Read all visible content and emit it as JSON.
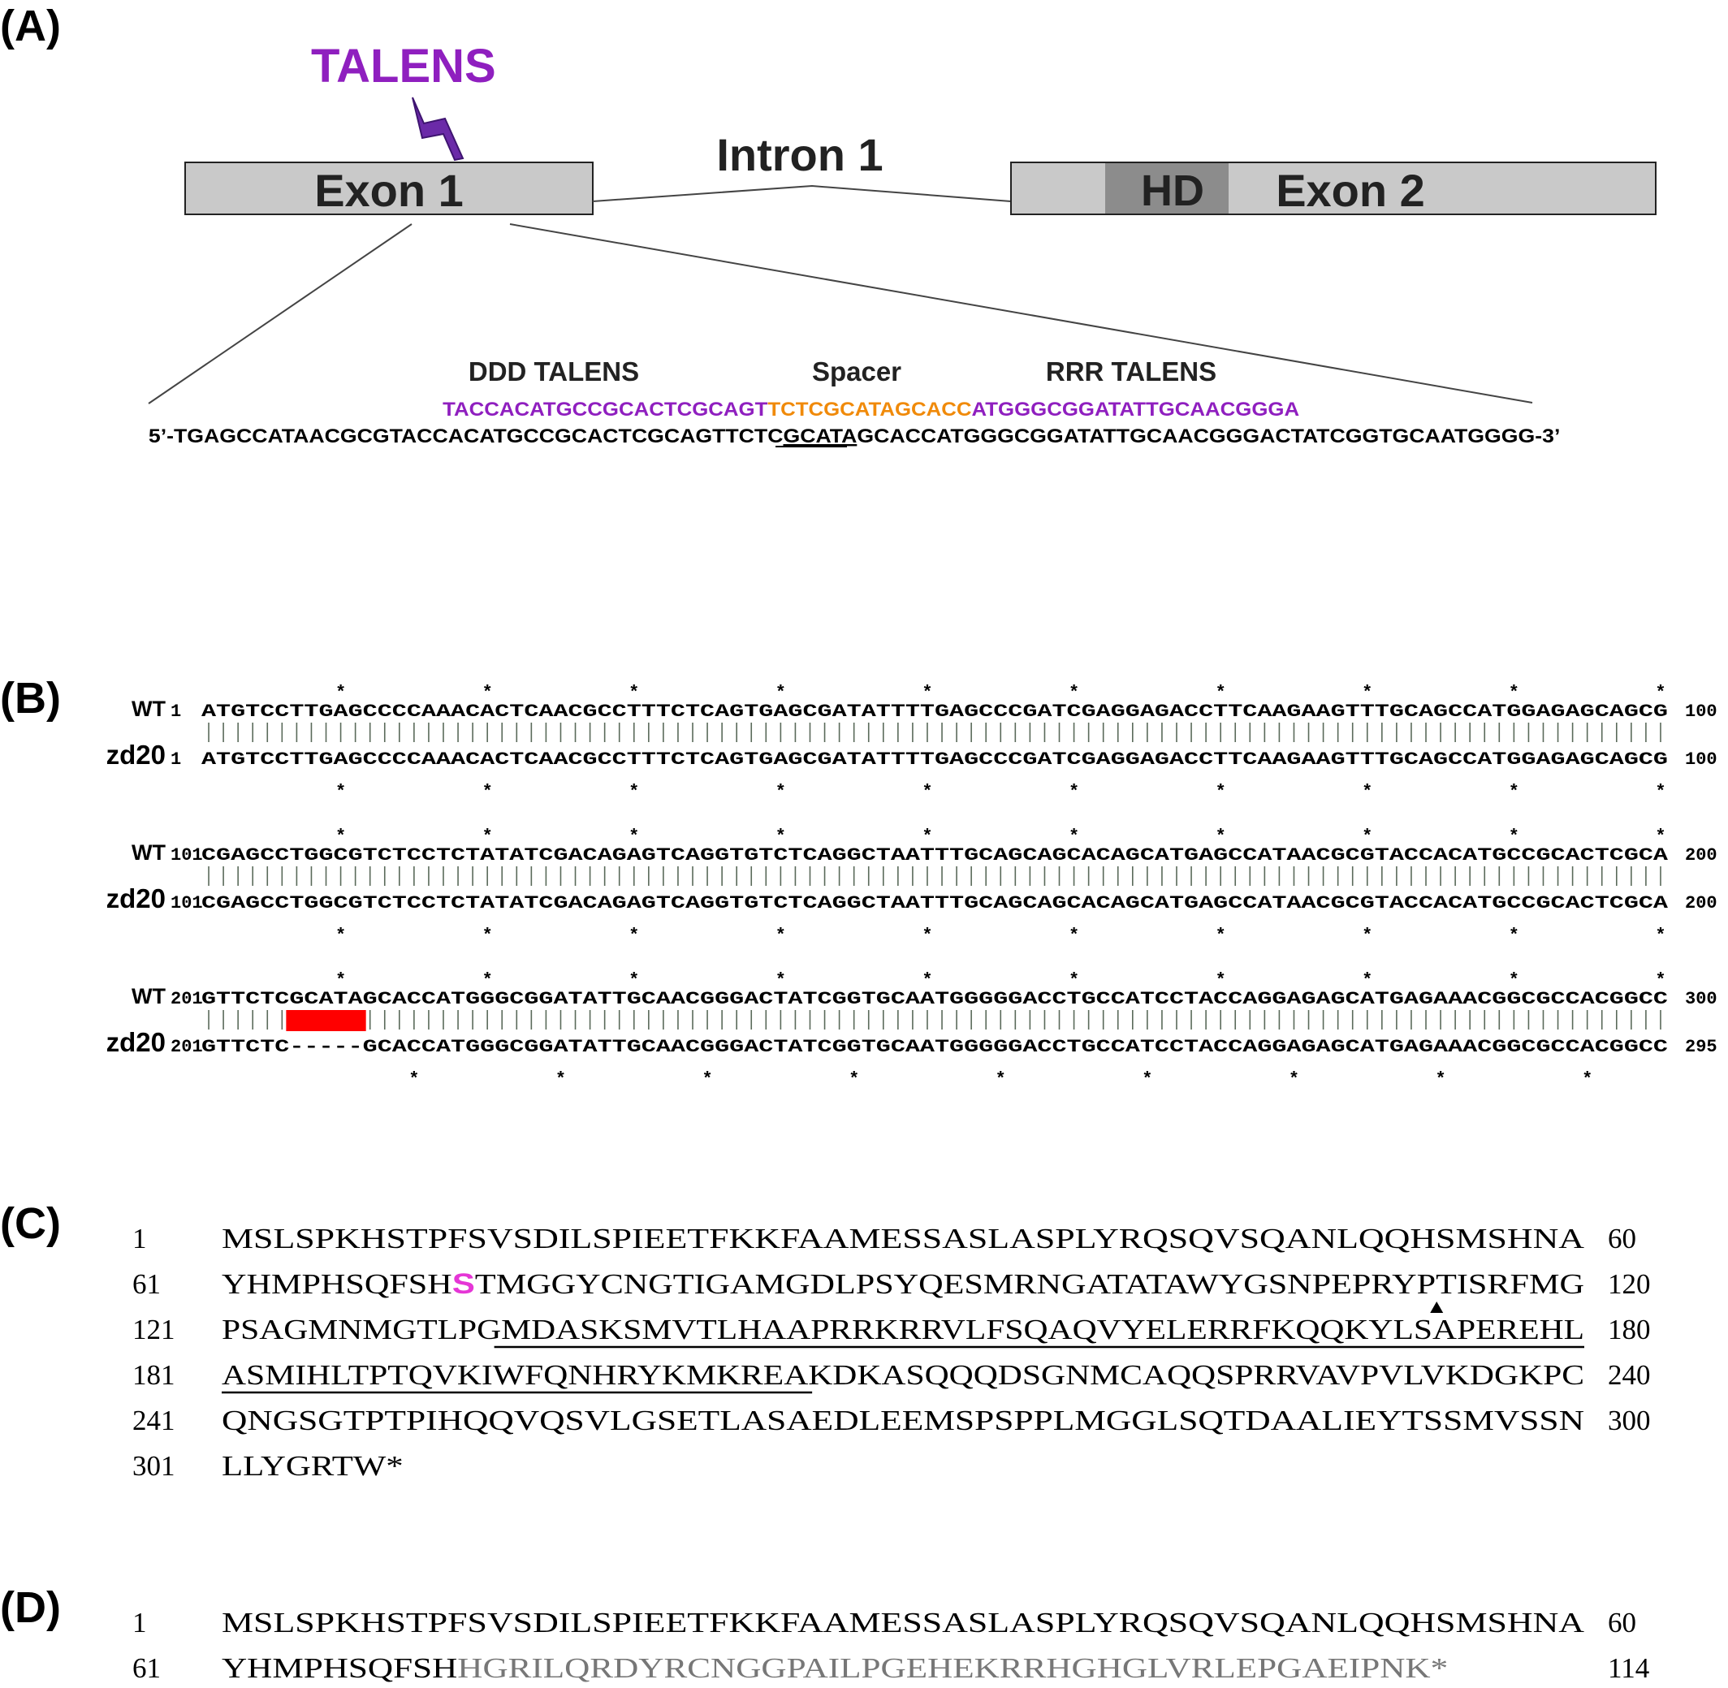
{
  "colors": {
    "purple": "#8f1fbf",
    "orange": "#f08a0a",
    "magenta": "#e536d6",
    "red": "#ff0000",
    "exon_fill": "#c9c9c9",
    "hd_fill": "#8c8c8c",
    "grey_text": "#777777"
  },
  "panelA": {
    "label": "(A)",
    "talens_title": "TALENS",
    "exon1": "Exon 1",
    "intron1": "Intron 1",
    "hd": "HD",
    "exon2": "Exon 2",
    "ddd_label": "DDD TALENS",
    "spacer_label": "Spacer",
    "rrr_label": "RRR TALENS",
    "talen_left": "TACCACATGCCGCACTCGCAGT",
    "talen_spacer": "TCTCGCATAGCACC",
    "talen_right": "ATGGGCGGATATTGCAACGGGA",
    "seq_pre": "5’-TGAGCCATAACGCGTACCACATGCCGCACTCGCAGTTCTC",
    "seq_underlined": "GCATA",
    "seq_post": "GCACCATGGGCGGATATTGCAACGGGACTATCGGTGCAATGGGG-3’"
  },
  "panelB": {
    "label": "(B)",
    "blocks": [
      {
        "wt_name": "WT",
        "wt_start": "1",
        "wt_end": "100",
        "wt_seq": "ATGTCCTTGAGCCCCAAACACTCAACGCCTTTCTCAGTGAGCGATATTTTGAGCCCGATCGAGGAGACCTTCAAGAAGTTTGCAGCCATGGAGAGCAGCG",
        "mut_name": "zd20",
        "mut_start": "1",
        "mut_end": "100",
        "mut_seq": "ATGTCCTTGAGCCCCAAACACTCAACGCCTTTCTCAGTGAGCGATATTTTGAGCCCGATCGAGGAGACCTTCAAGAAGTTTGCAGCCATGGAGAGCAGCG"
      },
      {
        "wt_name": "WT",
        "wt_start": "101",
        "wt_end": "200",
        "wt_seq": "CGAGCCTGGCGTCTCCTCTATATCGACAGAGTCAGGTGTCTCAGGCTAATTTGCAGCAGCACAGCATGAGCCATAACGCGTACCACATGCCGCACTCGCA",
        "mut_name": "zd20",
        "mut_start": "101",
        "mut_end": "200",
        "mut_seq": "CGAGCCTGGCGTCTCCTCTATATCGACAGAGTCAGGTGTCTCAGGCTAATTTGCAGCAGCACAGCATGAGCCATAACGCGTACCACATGCCGCACTCGCA"
      },
      {
        "wt_name": "WT",
        "wt_start": "201",
        "wt_end": "300",
        "wt_seq": "GTTCTCGCATAGCACCATGGGCGGATATTGCAACGGGACTATCGGTGCAATGGGGGACCTGCCATCCTACCAGGAGAGCATGAGAAACGGCGCCACGGCC",
        "mut_name": "zd20",
        "mut_start": "201",
        "mut_end": "295",
        "mut_seq": "GTTCTC-----GCACCATGGGCGGATATTGCAACGGGACTATCGGTGCAATGGGGGACCTGCCATCCTACCAGGAGAGCATGAGAAACGGCGCCACGGCC"
      }
    ]
  },
  "panelC": {
    "label": "(C)",
    "lines": [
      {
        "start": "1",
        "seq": "MSLSPKHSTPFSVSDILSPIEETFKKFAAMESSASLASPLYRQSQVSQANLQQHSMSHNA",
        "end": "60"
      },
      {
        "start": "61",
        "seq": "YHMPHSQFSHSTMGGYCNGTIGAMGDLPSYQESMRNGATATAWYGSNPEPRYPTISRFMG",
        "end": "120"
      },
      {
        "start": "121",
        "seq": "PSAGMNMGTLPGMDASKSMVTLHAAPRRKRRVLFSQAQVYELERRFKQQKYLSAPEREHL",
        "end": "180"
      },
      {
        "start": "181",
        "seq": "ASMIHLTPTQVKIWFQNHRYKMKREAKDKASQQQDSGNMCAQQSPRRVAVPVLVKDGKPC",
        "end": "240"
      },
      {
        "start": "241",
        "seq": "QNGSGTPTPIHQQVQSVLGSETLASAEDLEEMSPSPPLMGGLSQTDAALIEYTSSMVSSN",
        "end": "300"
      },
      {
        "start": "301",
        "seq": "LLYGRTW*",
        "end": ""
      }
    ]
  },
  "panelD": {
    "label": "(D)",
    "lines": [
      {
        "start": "1",
        "seq": "MSLSPKHSTPFSVSDILSPIEETFKKFAAMESSASLASPLYRQSQVSQANLQQHSMSHNA",
        "seq_grey": "",
        "end": "60"
      },
      {
        "start": "61",
        "seq": "YHMPHSQFSH",
        "seq_grey": "HGRILQRDYRCNGGPAILPGEHEKRRHGHGLVRLEPGAEIPNK*",
        "end": "114"
      }
    ]
  }
}
